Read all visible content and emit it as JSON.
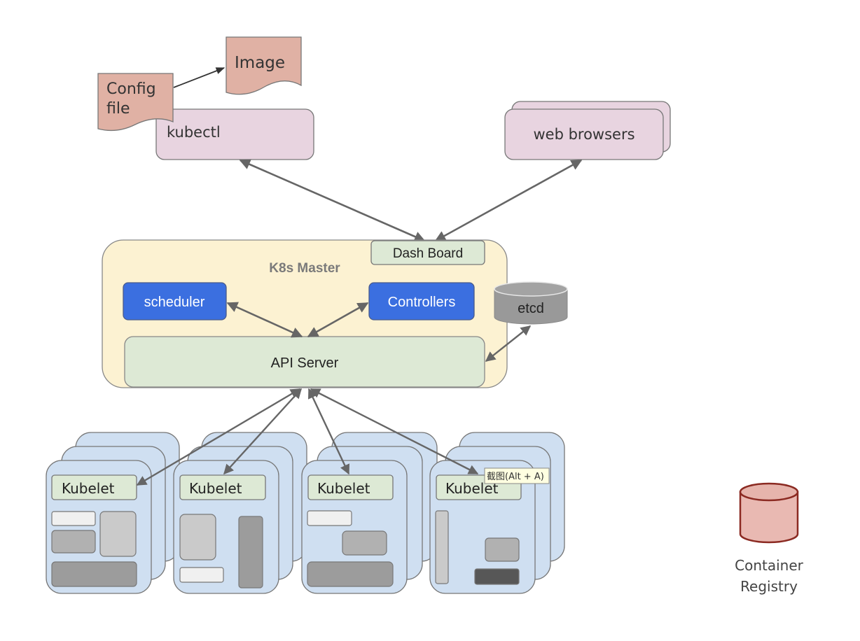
{
  "diagram": {
    "config_file": {
      "line1": "Config",
      "line2": "file"
    },
    "image": "Image",
    "kubectl": "kubectl",
    "web_browsers": "web browsers",
    "master": {
      "title": "K8s Master",
      "dashboard": "Dash Board",
      "scheduler": "scheduler",
      "controllers": "Controllers",
      "api_server": "API Server"
    },
    "etcd": "etcd",
    "nodes": [
      {
        "kubelet": "Kubelet"
      },
      {
        "kubelet": "Kubelet"
      },
      {
        "kubelet": "Kubelet"
      },
      {
        "kubelet": "Kubelet"
      }
    ],
    "tooltip": "截图(Alt + A)",
    "registry": {
      "line1": "Container",
      "line2": "Registry"
    },
    "colors": {
      "doc_fill": "#e0b1a4",
      "client_fill": "#e8d4e0",
      "master_fill": "#fcf2d2",
      "green_fill": "#dde9d5",
      "blue_fill": "#3b6fe0",
      "etcd_fill": "#999999",
      "node_fill": "#cfdff1",
      "registry_fill": "#e9b9b2",
      "registry_stroke": "#8b2a22",
      "arrow": "#666666"
    }
  }
}
